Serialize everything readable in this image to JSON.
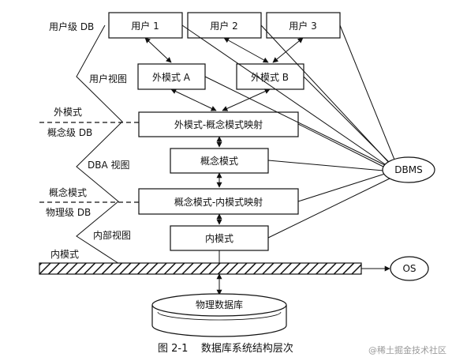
{
  "boxes": {
    "user1": "用户 1",
    "user2": "用户 2",
    "user3": "用户 3",
    "ext_schema_a": "外模式 A",
    "ext_schema_b": "外模式 B",
    "ext_concept_mapping": "外模式-概念模式映射",
    "concept_schema": "概念模式",
    "concept_internal_mapping": "概念模式-内模式映射",
    "internal_schema": "内模式",
    "database": "物理数据库",
    "dbms": "DBMS",
    "os": "OS"
  },
  "side_labels": {
    "user_level_db": "用户级 DB",
    "user_view": "用户视图",
    "external_schema": "外模式",
    "concept_level_db": "概念级 DB",
    "dba_view": "DBA 视图",
    "concept_schema": "概念模式",
    "physical_level_db": "物理级 DB",
    "internal_view": "内部视图",
    "internal_schema": "内模式"
  },
  "caption": "图 2-1    数据库系统结构层次",
  "watermark": "@稀土掘金技术社区"
}
